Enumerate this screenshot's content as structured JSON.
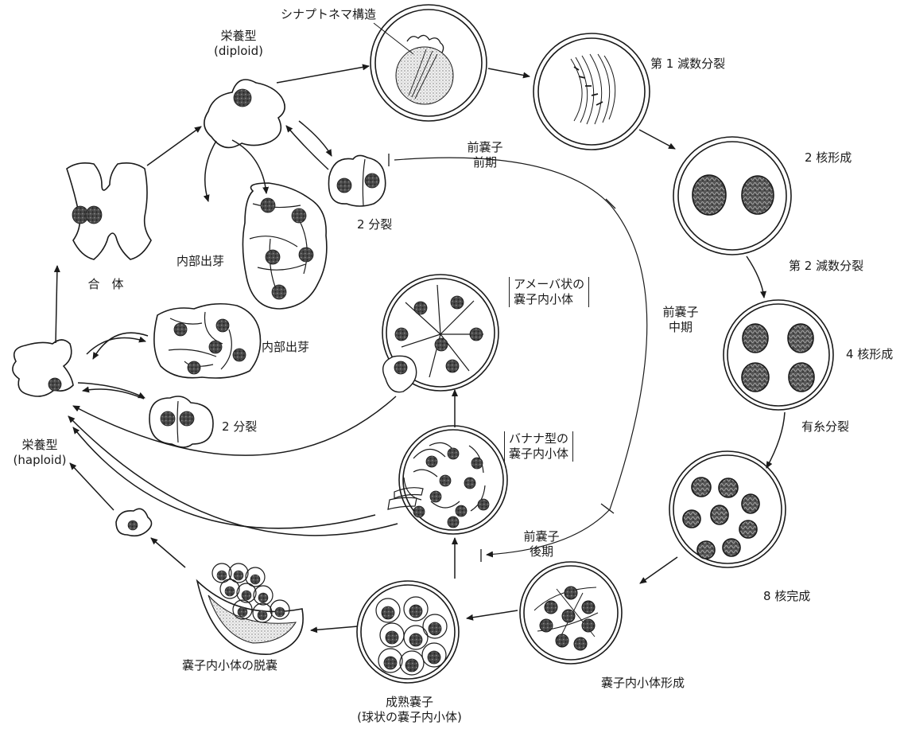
{
  "labels": {
    "synaptonemal": "シナプトネマ構造",
    "meiosis1": "第 1 減数分裂",
    "binuclear": "2 核形成",
    "meiosis2": "第 2 減数分裂",
    "tetranuclear": "4 核形成",
    "mitosis": "有糸分裂",
    "octonuclear": "8 核完成",
    "endospore_formation": "嚢子内小体形成",
    "mature_cyst_1": "成熟嚢子",
    "mature_cyst_2": "(球状の嚢子内小体)",
    "excystment": "嚢子内小体の脱嚢",
    "banana_1": "バナナ型の",
    "banana_2": "嚢子内小体",
    "amoeboid_1": "アメーバ状の",
    "amoeboid_2": "嚢子内小体",
    "trophozoite_diploid_1": "栄養型",
    "trophozoite_diploid_2": "(diploid)",
    "trophozoite_haploid_1": "栄養型",
    "trophozoite_haploid_2": "(haploid)",
    "syngamy": "合　体",
    "binary_fission_top": "2 分裂",
    "binary_fission_bottom": "2 分裂",
    "internal_budding_top": "内部出芽",
    "internal_budding_mid": "内部出芽",
    "precyst_early_1": "前嚢子",
    "precyst_early_2": "前期",
    "precyst_mid_1": "前嚢子",
    "precyst_mid_2": "中期",
    "precyst_late_1": "前嚢子",
    "precyst_late_2": "後期"
  }
}
